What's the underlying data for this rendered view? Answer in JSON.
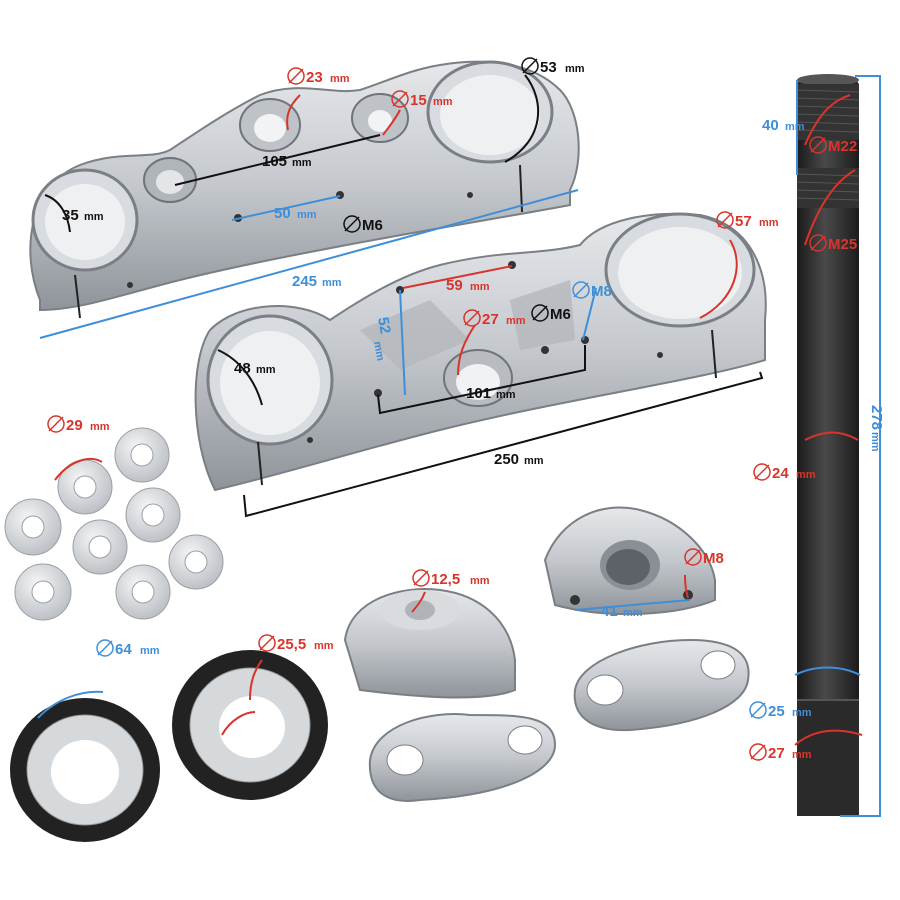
{
  "colors": {
    "red": "#d9342b",
    "blue": "#3f8fd8",
    "black": "#111111",
    "aluminium": "#c9ccd0",
    "aluminium_dark": "#8e9399",
    "steel_tube": "#2b2b2b",
    "rubber": "#1e1e1e"
  },
  "units": {
    "mm": "mm"
  },
  "labels": {
    "top_clamp_bore": "23",
    "top_small_bore": "15",
    "top_fork_tube": "53",
    "top_center_span": "105",
    "top_left_tube": "35",
    "top_hole_span": "50",
    "top_bolt": "M6",
    "top_overall": "245",
    "bottom_fork_tube": "57",
    "bottom_hole_span_x": "59",
    "bottom_bolt_m8": "M8",
    "bottom_hole_span_y": "52",
    "bottom_stem_bore": "27",
    "bottom_bolt_m6": "M6",
    "bottom_left_tube": "48",
    "bottom_center_span": "101",
    "bottom_overall": "250",
    "washer_diameter": "29",
    "seal_outer": "64",
    "seal_inner": "25,5",
    "riser_bore": "12,5",
    "riser_bolt": "M8",
    "riser_span": "41",
    "stem_thread_length": "40",
    "stem_thread_m22": "M22",
    "stem_thread_m25": "M25",
    "stem_length": "278",
    "stem_d24": "24",
    "stem_d25": "25",
    "stem_d27": "27"
  }
}
